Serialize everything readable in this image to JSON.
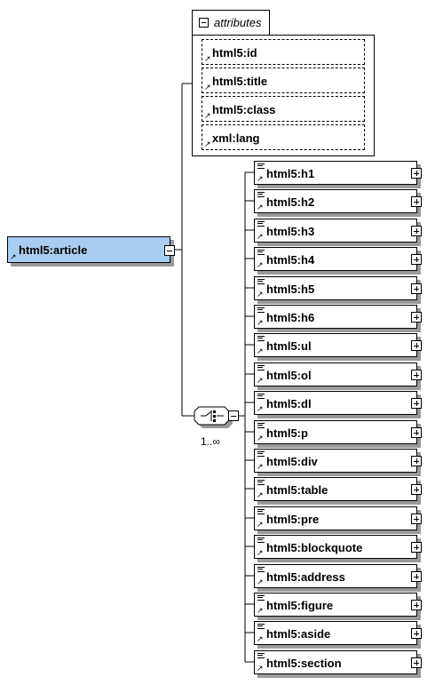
{
  "root_element": {
    "label": "html5:article"
  },
  "attributes_group": {
    "title": "attributes",
    "items": [
      "html5:id",
      "html5:title",
      "html5:class",
      "xml:lang"
    ]
  },
  "choice": {
    "occurrence": "1..∞"
  },
  "elements": [
    "html5:h1",
    "html5:h2",
    "html5:h3",
    "html5:h4",
    "html5:h5",
    "html5:h6",
    "html5:ul",
    "html5:ol",
    "html5:dl",
    "html5:p",
    "html5:div",
    "html5:table",
    "html5:pre",
    "html5:blockquote",
    "html5:address",
    "html5:figure",
    "html5:aside",
    "html5:section"
  ],
  "colors": {
    "root_fill": "#a9cdf0",
    "shadow": "#9a9a9a",
    "line": "#000000"
  }
}
